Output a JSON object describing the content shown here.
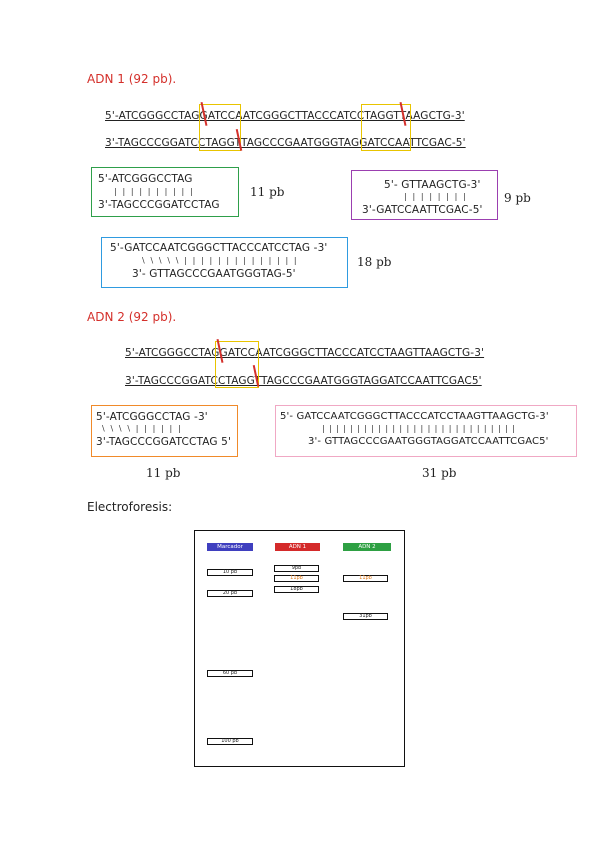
{
  "adn1": {
    "title": "ADN 1 (92 pb).",
    "top": "5'-ATCGGGCCTAGGATCCAATCGGGCTTACCCATCCTAGGTTAAGCTG-3'",
    "bottom": "3'-TAGCCCGGATCCTAGGTTAGCCCGAATGGGTAGGATCCAATTCGAC-5'",
    "frag1": {
      "top": "5'-ATCGGGCCTAG",
      "bonds": "| | | | | | | | | |",
      "bottom": "3'-TAGCCCGGATCCTAG",
      "size": "11 pb"
    },
    "frag2": {
      "top": "5'- GTTAAGCTG-3'",
      "bonds": "| | | | | | | |",
      "bottom": "3'-GATCCAATTCGAC-5'",
      "size": "9 pb"
    },
    "frag3": {
      "top": "5'-GATCCAATCGGGCTTACCCATCCTAG -3'",
      "bonds": "\\ \\ \\ \\ \\ | | | | | | | | | | | | | |",
      "bottom": "3'- GTTAGCCCGAATGGGTAG-5'",
      "size": "18 pb"
    }
  },
  "adn2": {
    "title": "ADN 2 (92 pb).",
    "top": "5'-ATCGGGCCTAGGATCCAATCGGGCTTACCCATCCTAAGTTAAGCTG-3'",
    "bottom": "3'-TAGCCCGGATCCTAGGTTAGCCCGAATGGGTAGGATCCAATTCGAC5'",
    "frag1": {
      "top": "5'-ATCGGGCCTAG -3'",
      "bonds": "\\ \\ \\ \\ | | | | | |",
      "bottom": "3'-TAGCCCGGATCCTAG 5'",
      "size": "11 pb"
    },
    "frag2": {
      "top": "5'- GATCCAATCGGGCTTACCCATCCTAAGTTAAGCTG-3'",
      "bonds": "| | | | | | | | | | | | | | | | | | | | | | | | | | | |",
      "bottom": "3'- GTTAGCCCGAATGGGTAGGATCCAATTCGAC5'",
      "size": "31 pb"
    }
  },
  "electro": {
    "title": "Electroforesis:",
    "lanes": [
      {
        "label": "Marcador",
        "color": "#3f3fbf"
      },
      {
        "label": "ADN 1",
        "color": "#d42a2a"
      },
      {
        "label": "ADN 2",
        "color": "#2ea043"
      }
    ],
    "marker_bands": [
      "10 pb",
      "20 pb",
      "60 pb",
      "100 pb"
    ],
    "adn1_bands": [
      "9pb",
      "11pb",
      "18pb"
    ],
    "adn2_bands": [
      "11pb",
      "31pb"
    ]
  }
}
